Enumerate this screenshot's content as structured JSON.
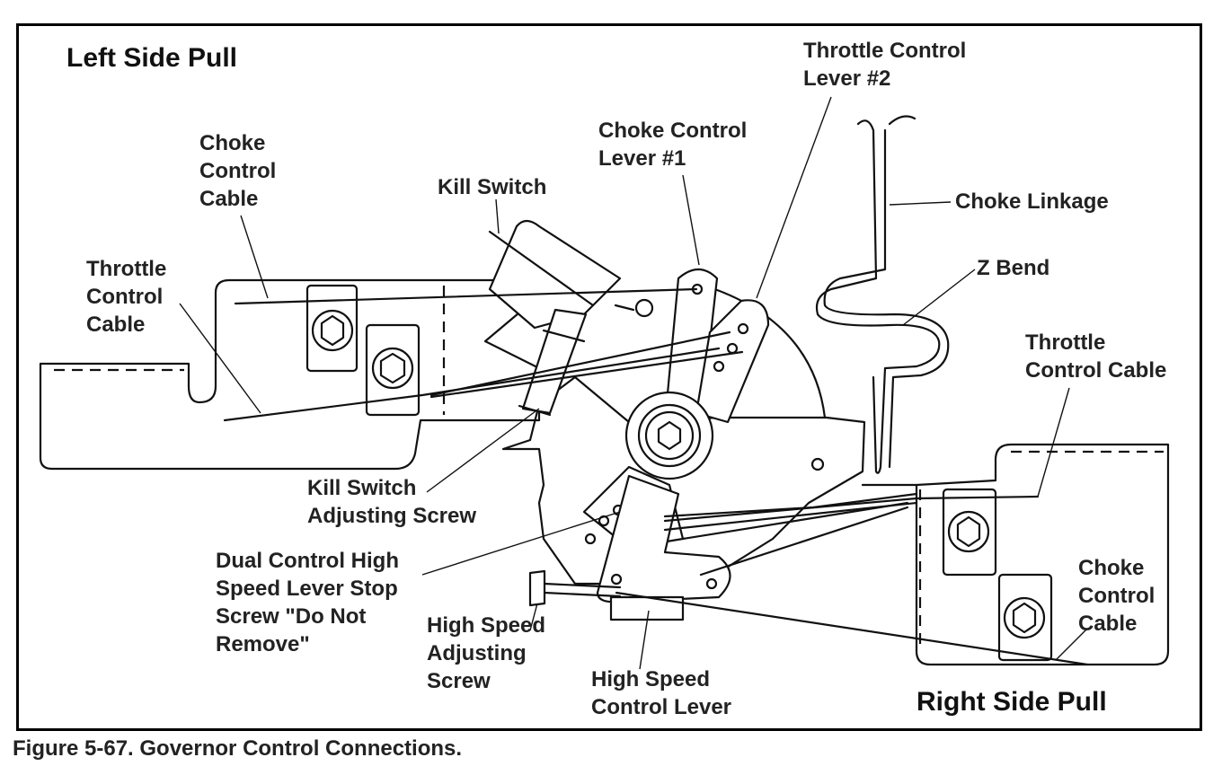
{
  "labels": {
    "left_side_pull": "Left Side Pull",
    "right_side_pull": "Right Side Pull",
    "choke_cable_left": "Choke\nControl\nCable",
    "throttle_cable_left": "Throttle\nControl\nCable",
    "kill_switch": "Kill Switch",
    "choke_lever": "Choke Control\nLever #1",
    "throttle_lever": "Throttle Control\nLever #2",
    "choke_linkage": "Choke Linkage",
    "z_bend": "Z Bend",
    "throttle_cable_right": "Throttle\nControl Cable",
    "kill_switch_screw": "Kill Switch\nAdjusting Screw",
    "dual_control_screw": "Dual Control High\nSpeed Lever Stop\nScrew \"Do Not\nRemove\"",
    "high_speed_screw": "High Speed\nAdjusting\nScrew",
    "high_speed_lever": "High Speed\nControl Lever",
    "choke_cable_right": "Choke\nControl\nCable"
  },
  "caption": "Figure 5-67. Governor Control Connections."
}
